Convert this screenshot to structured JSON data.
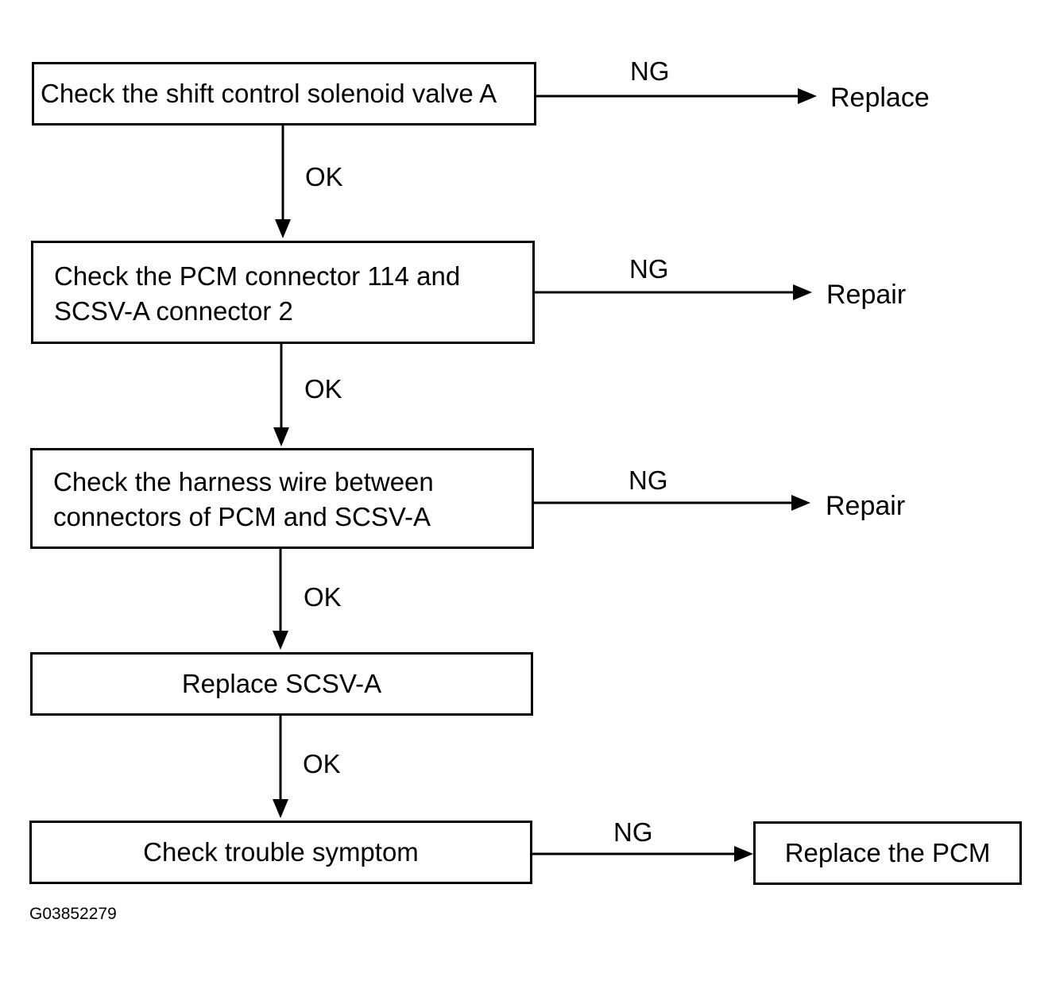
{
  "steps": [
    {
      "lines": [
        "Check the shift control solenoid valve A"
      ]
    },
    {
      "lines": [
        "Check the PCM connector 114 and",
        "SCSV-A connector 2"
      ]
    },
    {
      "lines": [
        "Check the harness wire between",
        "connectors of PCM and SCSV-A"
      ]
    },
    {
      "lines": [
        "Replace SCSV-A"
      ]
    },
    {
      "lines": [
        "Check trouble symptom"
      ]
    }
  ],
  "outcomes": [
    {
      "condition": "NG",
      "action": "Replace"
    },
    {
      "condition": "NG",
      "action": "Repair"
    },
    {
      "condition": "NG",
      "action": "Repair"
    },
    {
      "condition": "NG",
      "action": "Replace the PCM"
    }
  ],
  "ok_labels": [
    "OK",
    "OK",
    "OK",
    "OK"
  ],
  "figure_id": "G03852279"
}
